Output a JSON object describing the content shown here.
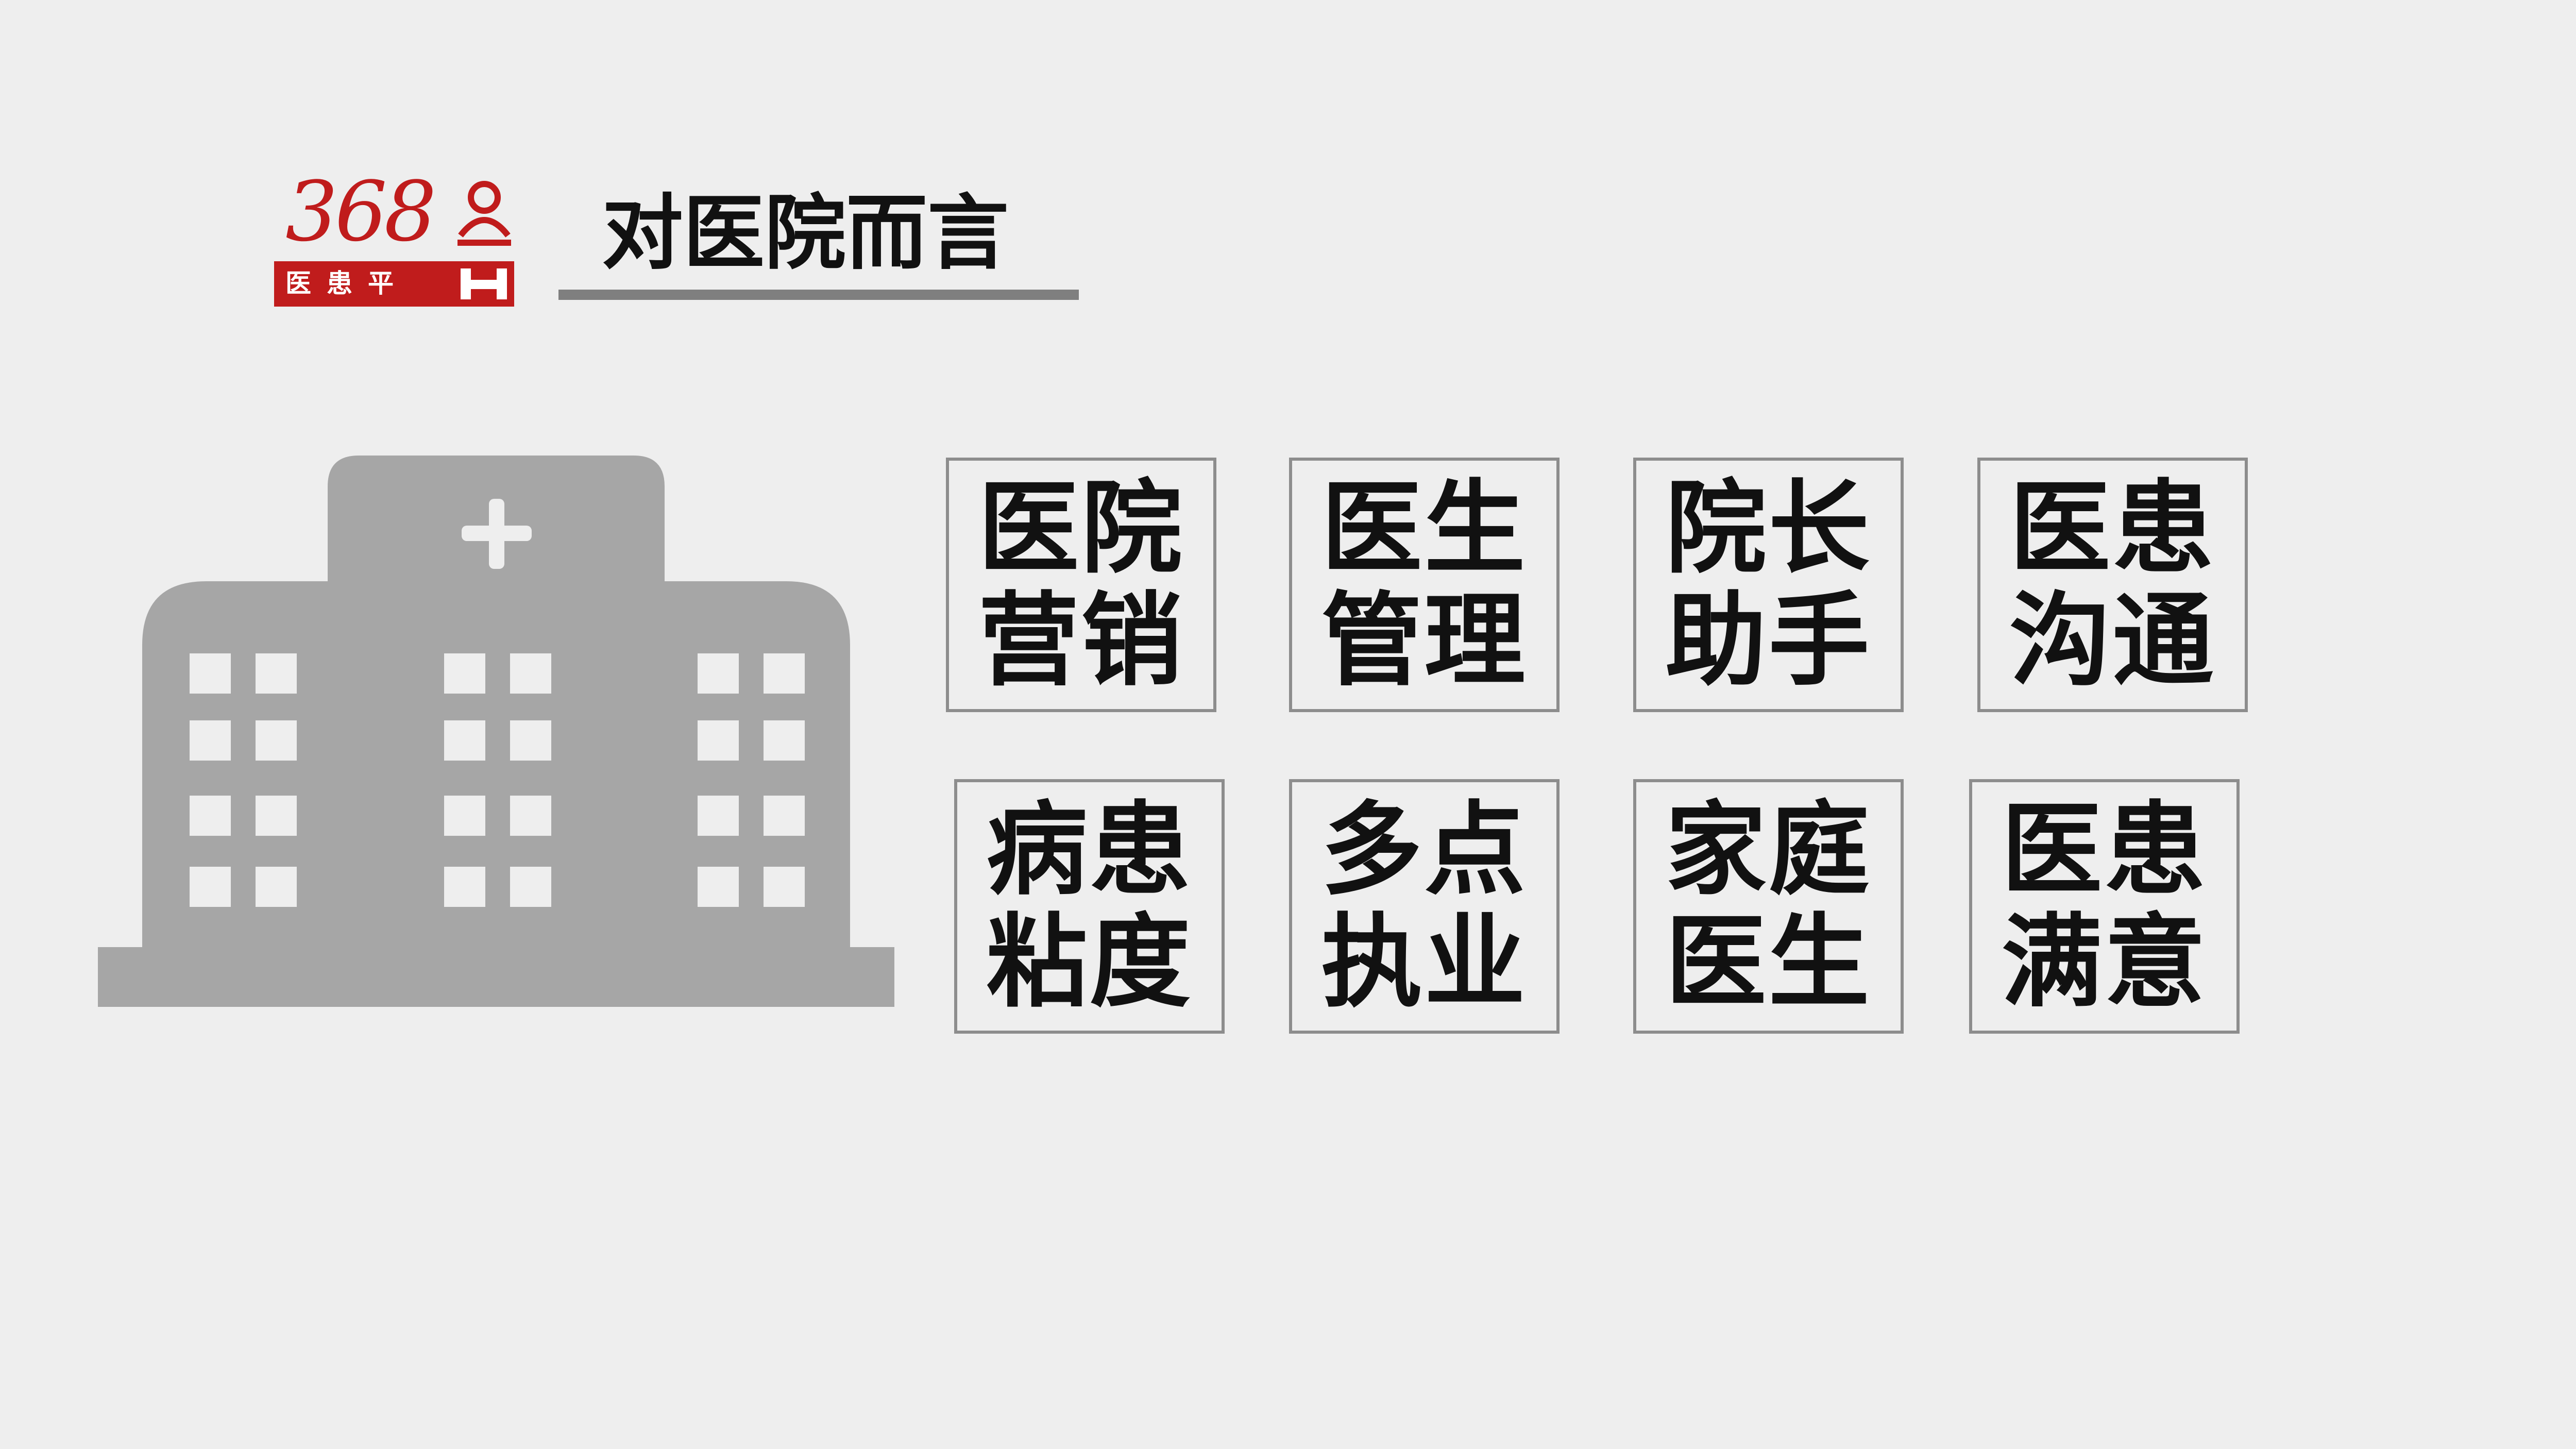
{
  "logo": {
    "number": "368",
    "band_text": "医患平"
  },
  "title": "对医院而言",
  "tiles": [
    {
      "line1": "医院",
      "line2": "营销"
    },
    {
      "line1": "医生",
      "line2": "管理"
    },
    {
      "line1": "院长",
      "line2": "助手"
    },
    {
      "line1": "医患",
      "line2": "沟通"
    },
    {
      "line1": "病患",
      "line2": "粘度"
    },
    {
      "line1": "多点",
      "line2": "执业"
    },
    {
      "line1": "家庭",
      "line2": "医生"
    },
    {
      "line1": "医患",
      "line2": "满意"
    }
  ],
  "icons": {
    "hospital": "hospital-building-icon",
    "logo_person": "person-bed-icon"
  },
  "colors": {
    "background": "#eeeeee",
    "brand_red": "#c01c1c",
    "hospital_gray": "#a6a6a6",
    "tile_border": "#8d8d8d"
  }
}
